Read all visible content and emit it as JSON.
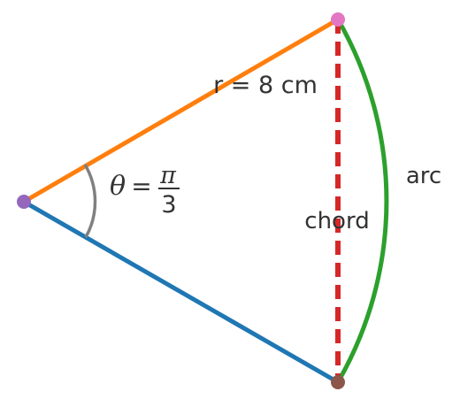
{
  "labels": {
    "radius": "r = 8 cm",
    "arc": "arc",
    "chord": "chord",
    "angle": {
      "symbol": "θ",
      "equals": "=",
      "numerator": "π",
      "denominator": "3"
    }
  },
  "colors": {
    "radius_top": "#ff7f0e",
    "radius_bottom": "#1f77b4",
    "arc": "#2ca02c",
    "chord": "#d62728",
    "angle_mark": "#808080",
    "center_point": "#9467bd",
    "top_point": "#e377c2",
    "bottom_point": "#8c564b",
    "text": "#333333"
  }
}
